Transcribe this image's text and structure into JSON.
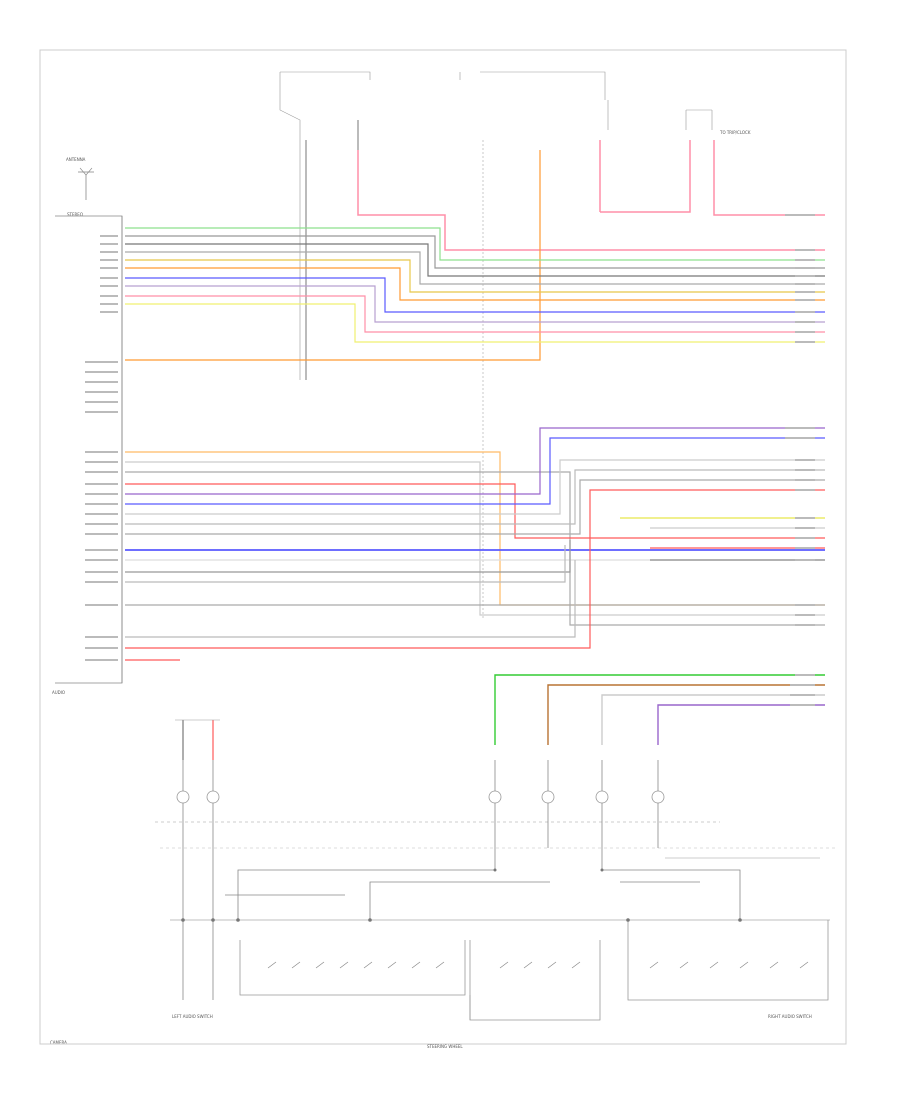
{
  "diagram": {
    "left_module_title": "STEREO",
    "left_module_bottom_label": "AUDIO",
    "bottom_left_label": "CAMERA",
    "bottom_center_label": "STEERING WHEEL",
    "bottom_left_switch_label": "LEFT AUDIO SWITCH",
    "bottom_right_switch_label": "RIGHT AUDIO SWITCH",
    "antenna_label": "ANTENNA",
    "top_right_label": "TO TRIP/CLOCK"
  },
  "wire_colors": {
    "red": "#ff5a5a",
    "pink": "#ff8fa8",
    "orange": "#ff9a33",
    "green": "#33cc33",
    "light_green": "#8ee08e",
    "yellow": "#e8e84a",
    "blue": "#5a5aff",
    "purple": "#9966cc",
    "brown": "#b87333",
    "gray": "#777777",
    "black": "#222222"
  }
}
